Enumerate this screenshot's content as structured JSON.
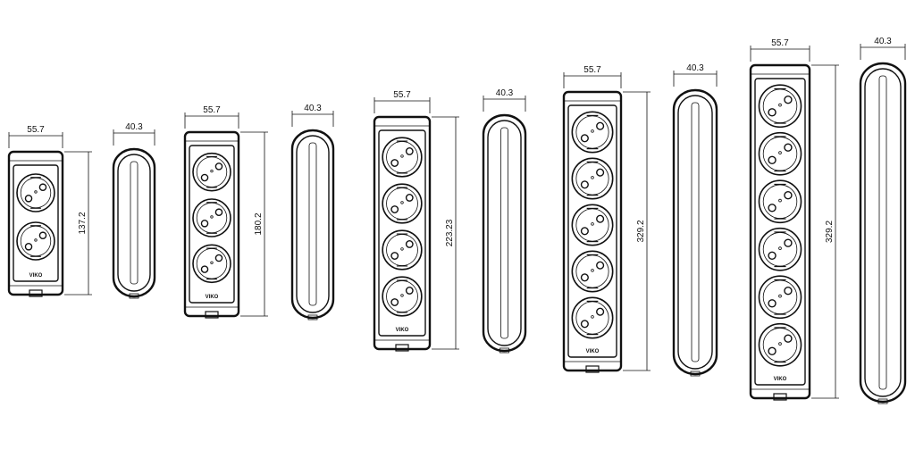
{
  "brand": "VIKO",
  "products": [
    {
      "sockets": 2,
      "width_label": "55.7",
      "height_label": "137.2",
      "side_label": "40.3"
    },
    {
      "sockets": 3,
      "width_label": "55.7",
      "height_label": "180.2",
      "side_label": "40.3"
    },
    {
      "sockets": 4,
      "width_label": "55.7",
      "height_label": "223.23",
      "side_label": "40.3"
    },
    {
      "sockets": 5,
      "width_label": "55.7",
      "height_label": "329.2",
      "side_label": "40.3"
    },
    {
      "sockets": 6,
      "width_label": "55.7",
      "height_label": "329.2",
      "side_label": "40.3"
    }
  ]
}
